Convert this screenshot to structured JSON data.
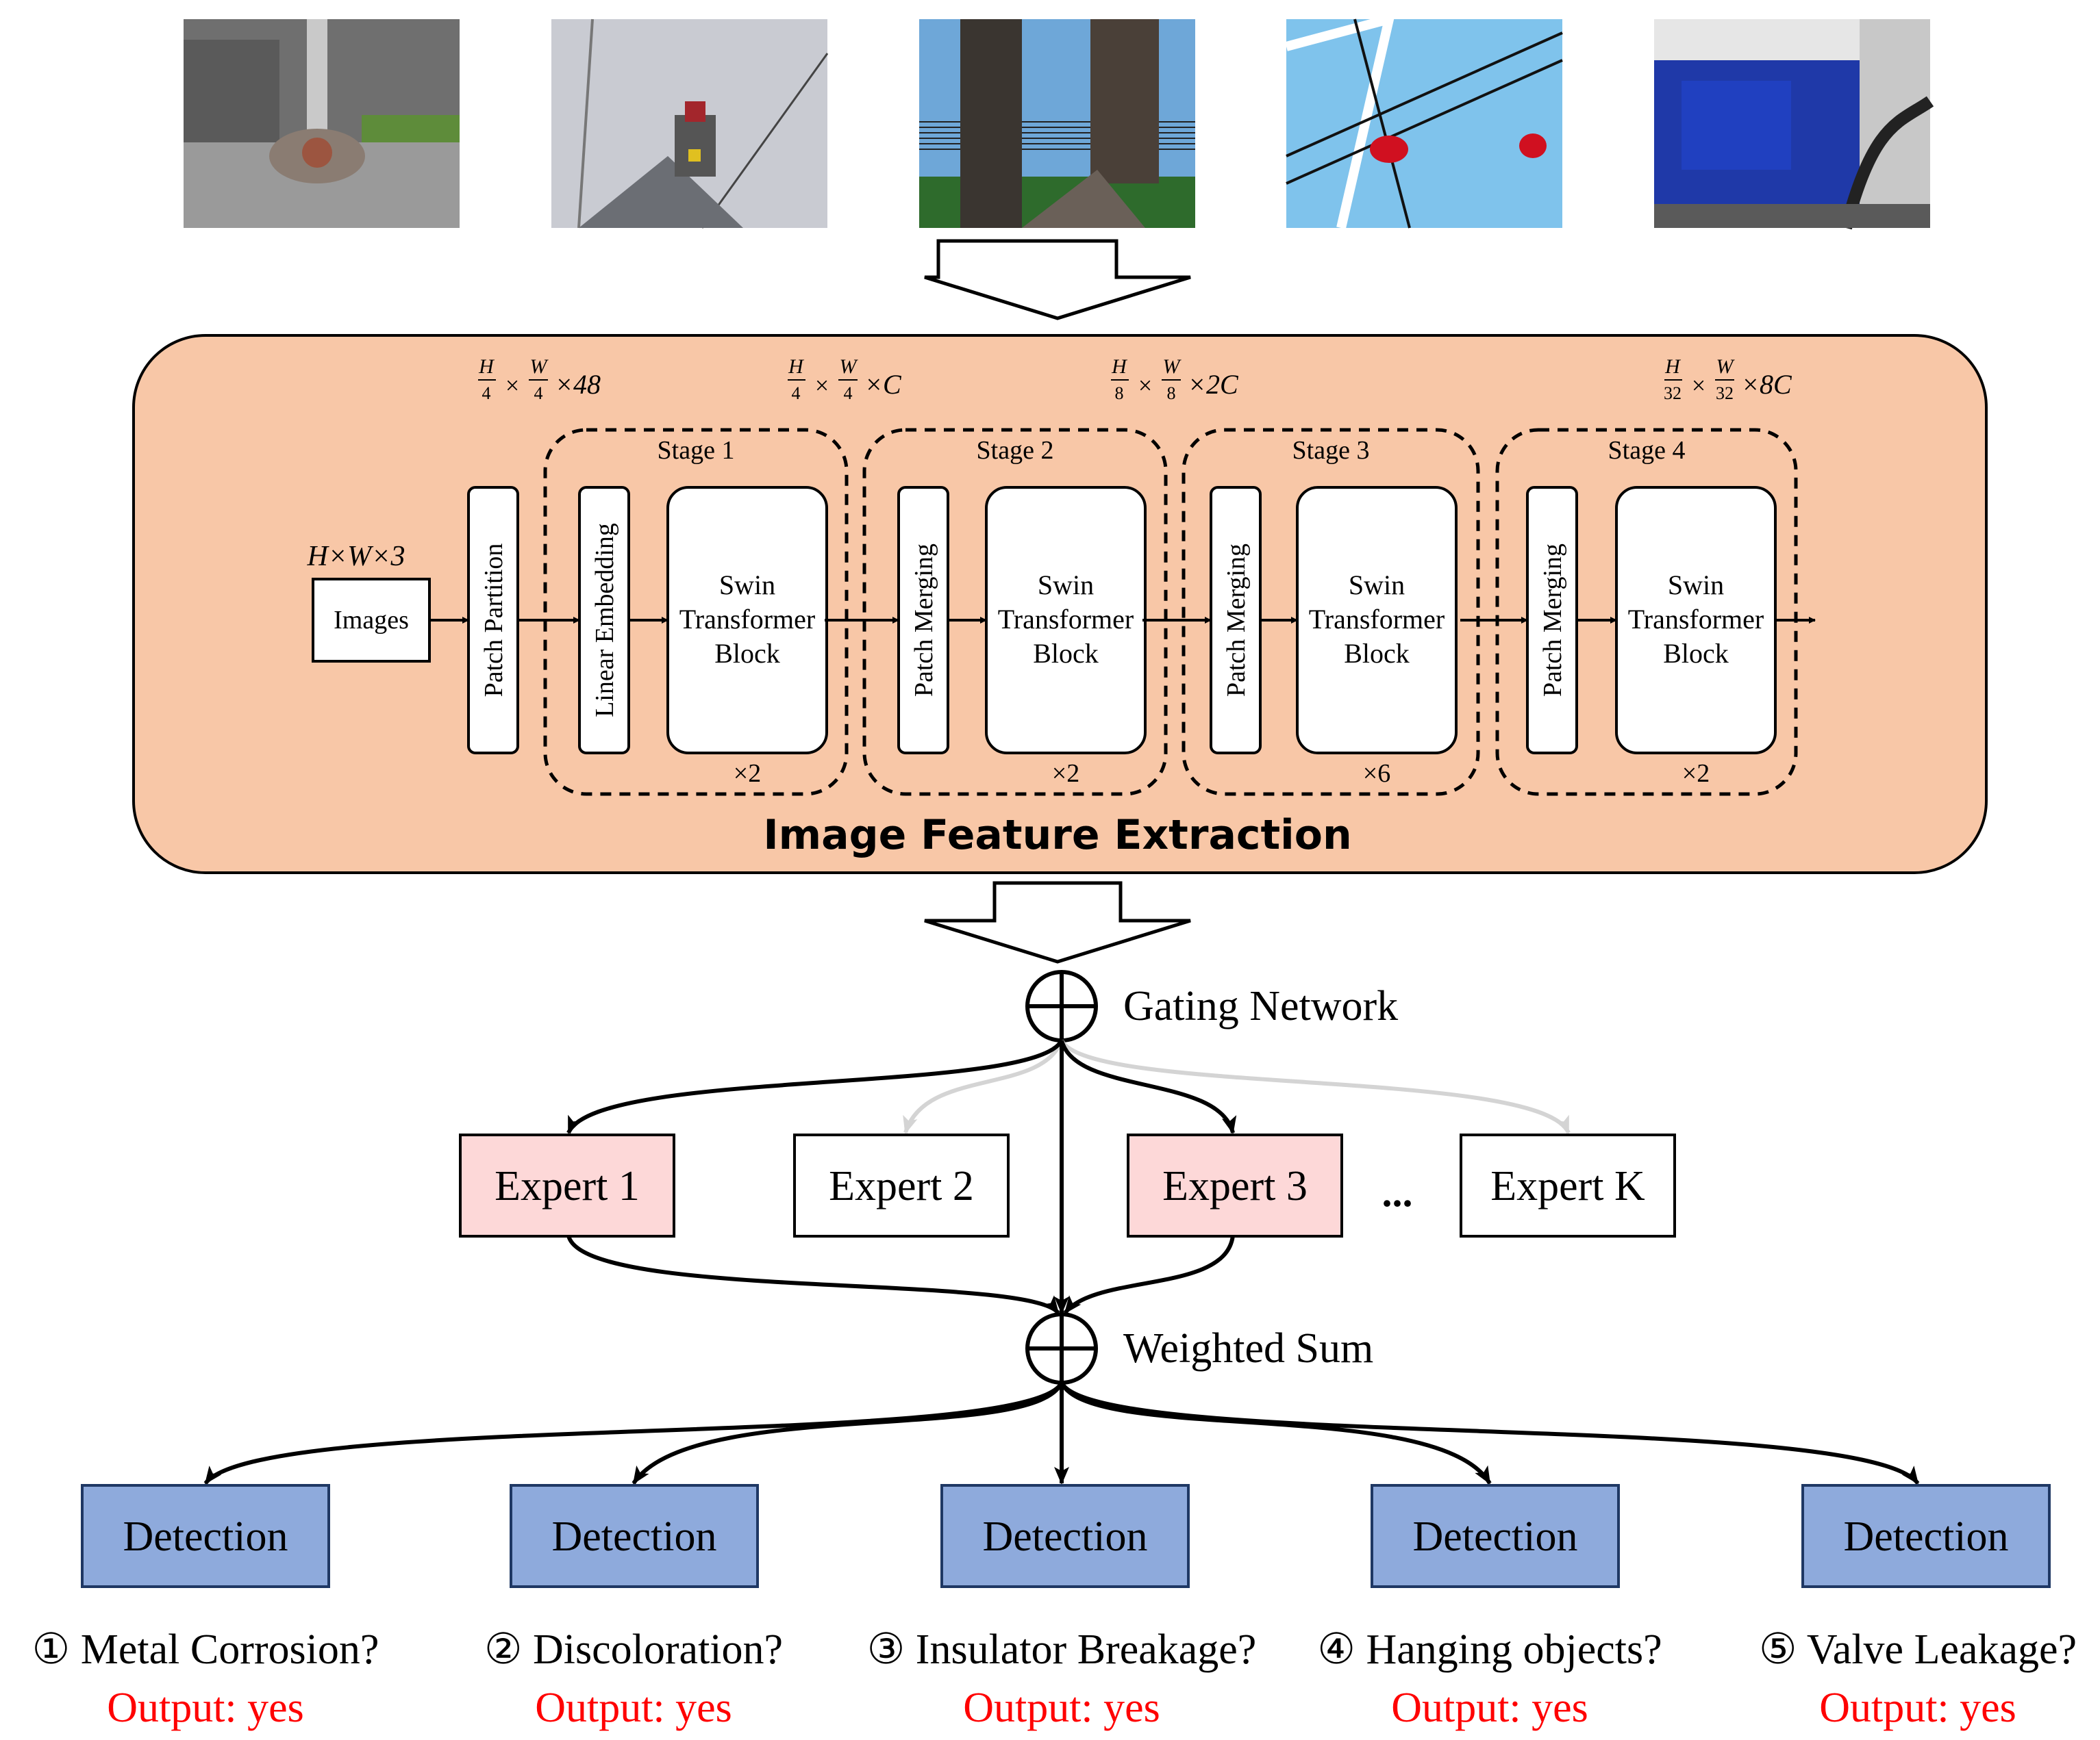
{
  "photos": [
    {
      "name": "metal-corrosion-photo",
      "sky": "#6f6f6f",
      "main": "#8a7c72",
      "accent": "#9c5540"
    },
    {
      "name": "discoloration-photo",
      "sky": "#c9cbd2",
      "main": "#6b6e74",
      "accent": "#a3262c"
    },
    {
      "name": "insulator-breakage-photo",
      "sky": "#6ea7d8",
      "main": "#3a3530",
      "accent": "#2e6b2c"
    },
    {
      "name": "hanging-objects-photo",
      "sky": "#7fc3ec",
      "main": "#f2f4f6",
      "accent": "#d01020"
    },
    {
      "name": "valve-leakage-photo",
      "sky": "#e6e6e6",
      "main": "#1f39a8",
      "accent": "#5a5a5a"
    }
  ],
  "feature_extraction": {
    "title": "Image Feature Extraction",
    "input_dim": "H×W×3",
    "images_label": "Images",
    "patch_partition": "Patch Partition",
    "dims": [
      {
        "num1": "H",
        "den1": "4",
        "num2": "W",
        "den2": "4",
        "tail": "×48"
      },
      {
        "num1": "H",
        "den1": "4",
        "num2": "W",
        "den2": "4",
        "tail": "×C"
      },
      {
        "num1": "H",
        "den1": "8",
        "num2": "W",
        "den2": "8",
        "tail": "×2C"
      },
      {
        "num1": "H",
        "den1": "32",
        "num2": "W",
        "den2": "32",
        "tail": "×8C"
      }
    ],
    "stages": [
      {
        "label": "Stage 1",
        "entry": "Linear Embedding",
        "block": [
          "Swin",
          "Transformer",
          "Block"
        ],
        "repeat": "×2"
      },
      {
        "label": "Stage 2",
        "entry": "Patch Merging",
        "block": [
          "Swin",
          "Transformer",
          "Block"
        ],
        "repeat": "×2"
      },
      {
        "label": "Stage 3",
        "entry": "Patch Merging",
        "block": [
          "Swin",
          "Transformer",
          "Block"
        ],
        "repeat": "×6"
      },
      {
        "label": "Stage 4",
        "entry": "Patch Merging",
        "block": [
          "Swin",
          "Transformer",
          "Block"
        ],
        "repeat": "×2"
      }
    ]
  },
  "gating_label": "Gating Network",
  "weighted_sum_label": "Weighted Sum",
  "experts": [
    {
      "label": "Expert 1",
      "active": true
    },
    {
      "label": "Expert 2",
      "active": false
    },
    {
      "label": "Expert 3",
      "active": true
    },
    {
      "label": "Expert K",
      "active": false
    }
  ],
  "ellipsis": "...",
  "detection_label": "Detection",
  "questions": [
    {
      "marker": "①",
      "text": "Metal Corrosion?",
      "output": "Output: yes"
    },
    {
      "marker": "②",
      "text": "Discoloration?",
      "output": "Output: yes"
    },
    {
      "marker": "③",
      "text": "Insulator Breakage?",
      "output": "Output: yes"
    },
    {
      "marker": "④",
      "text": "Hanging objects?",
      "output": "Output: yes"
    },
    {
      "marker": "⑤",
      "text": "Valve Leakage?",
      "output": "Output: yes"
    }
  ],
  "colors": {
    "panel": "#f8c7a7",
    "expert_active": "#fdd8d8",
    "detection": "#8eaadc",
    "output_text": "#ff0000",
    "inactive_arrow": "#d4d4d4"
  }
}
